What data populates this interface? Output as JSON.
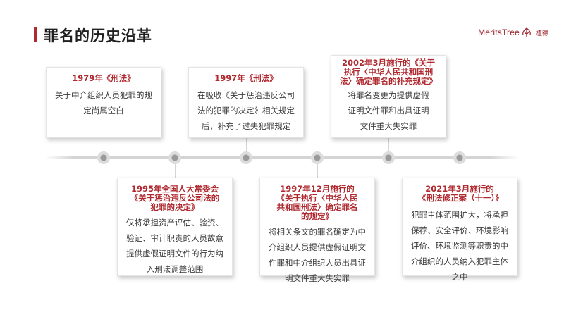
{
  "header": {
    "title": "罪名的历史沿革",
    "logo_text": "MeritsTree",
    "logo_cn": "植德"
  },
  "colors": {
    "accent": "#b02a30",
    "text": "#3a3a3a"
  },
  "events": [
    {
      "title": "1979年《刑法》",
      "body": "关于中介组织人员犯罪的规定尚属空白"
    },
    {
      "title": "1995年全国人大常委会《关于惩治违反公司法的犯罪的决定》",
      "body": "仅将承担资产评估、验资、验证、审计职责的人员故意提供虚假证明文件的行为纳入刑法调整范围"
    },
    {
      "title": "1997年《刑法》",
      "body": "在吸收《关于惩治违反公司法的犯罪的决定》相关规定后，补充了过失犯罪规定"
    },
    {
      "title": "1997年12月施行的《关于执行〈中华人民共和国刑法〉确定罪名的规定》",
      "body": "将相关条文的罪名确定为中介组织人员提供虚假证明文件罪和中介组织人员出具证明文件重大失实罪"
    },
    {
      "title": "2002年3月施行的《关于执行〈中华人民共和国刑法〉确定罪名的补充规定》",
      "body": "将罪名变更为提供虚假证明文件罪和出具证明文件重大失实罪"
    },
    {
      "title": "2021年3月施行的《刑法修正案（十一）》",
      "body": "犯罪主体范围扩大，将承担保荐、安全评价、环境影响评价、环境监测等职责的中介组织的人员纳入犯罪主体之中"
    }
  ]
}
